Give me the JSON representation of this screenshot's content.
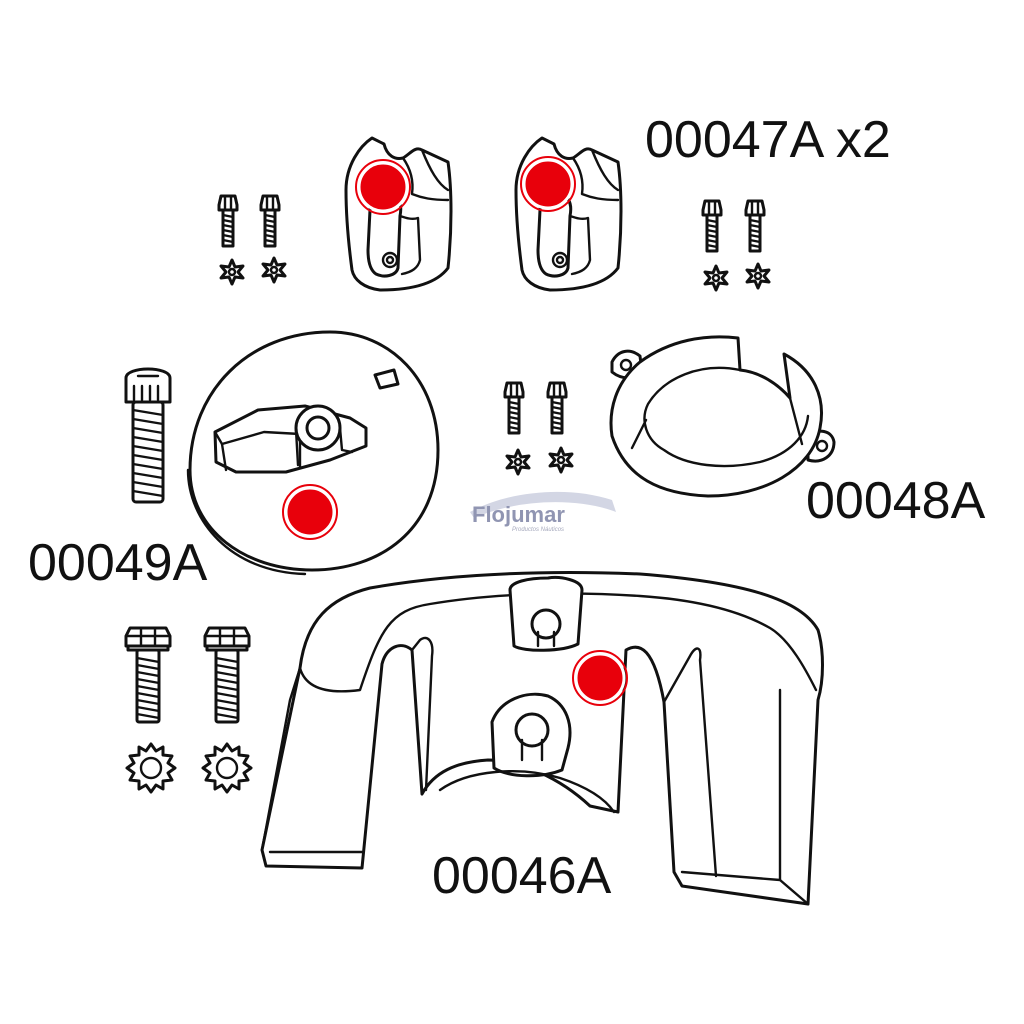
{
  "labels": {
    "part_47": "00047A x2",
    "part_48": "00048A",
    "part_49": "00049A",
    "part_46": "00046A"
  },
  "watermark": {
    "brand": "Flojumar",
    "tagline": "Productos Náuticos"
  },
  "colors": {
    "marker": "#e8000b",
    "line": "#111111",
    "watermark": "#9095b2"
  },
  "icons": [
    "bolt-icon",
    "star-washer-icon",
    "socket-screw-icon",
    "anode-marker-icon"
  ]
}
